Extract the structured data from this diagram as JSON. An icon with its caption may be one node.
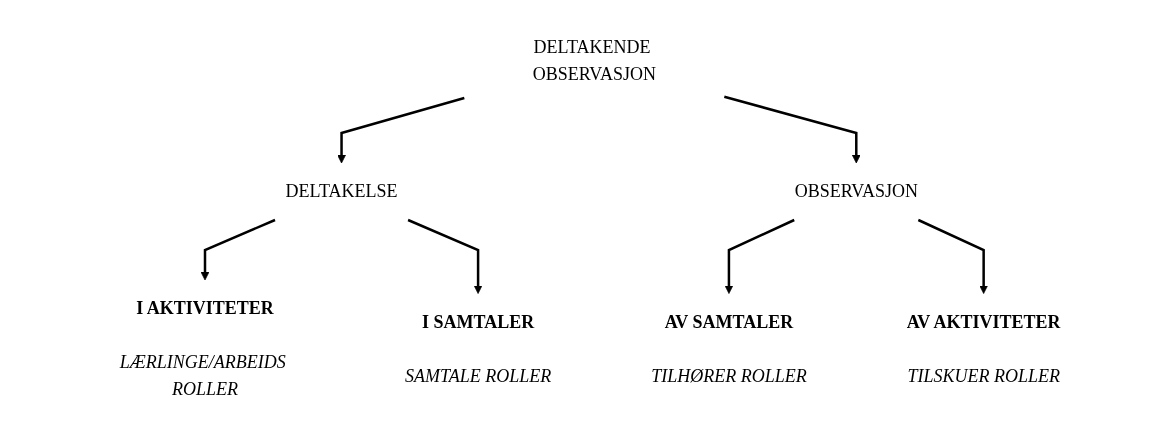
{
  "diagram": {
    "nodes": [
      {
        "text": [
          "DELTAKENDE OBSERVASJON"
        ]
      },
      {
        "text": [
          "DELTAKELSE"
        ]
      },
      {
        "text": [
          "OBSERVASJON"
        ]
      },
      {
        "text": [
          "I AKTIVITETER",
          "LÆRLINGE/ARBEIDS ROLLER"
        ]
      },
      {
        "text": [
          "I SAMTALER",
          "SAMTALE ROLLER"
        ]
      },
      {
        "text": [
          "AV SAMTALER",
          "TILHØRER ROLLER"
        ]
      },
      {
        "text": [
          "AV AKTIVITETER",
          "TILSKUER ROLLER"
        ]
      }
    ],
    "edges": [
      {
        "from": 0,
        "to": 1,
        "arrow": "to"
      },
      {
        "from": 0,
        "to": 2,
        "arrow": "to"
      },
      {
        "from": 1,
        "to": 3,
        "arrow": "to"
      },
      {
        "from": 1,
        "to": 4,
        "arrow": "to"
      },
      {
        "from": 2,
        "to": 5,
        "arrow": "to"
      },
      {
        "from": 2,
        "to": 6,
        "arrow": "to"
      }
    ]
  }
}
